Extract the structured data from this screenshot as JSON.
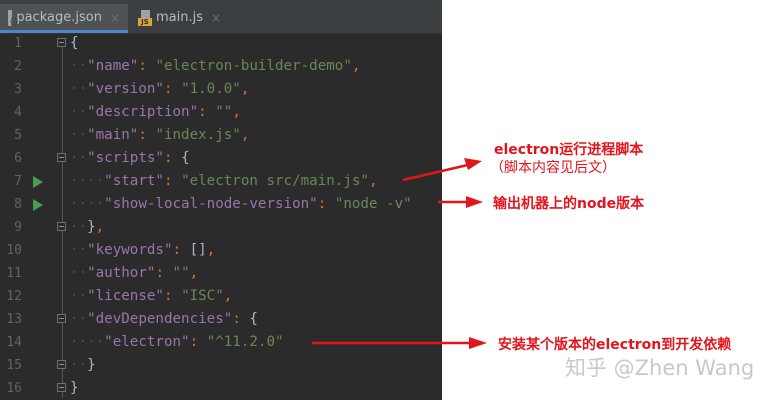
{
  "editor": {
    "tabs": [
      {
        "label": "package.json",
        "icon": "json-file-icon",
        "active": true
      },
      {
        "label": "main.js",
        "icon": "js-file-icon",
        "active": false
      }
    ],
    "close_glyph": "×",
    "lines": [
      {
        "n": "1",
        "text": "{"
      },
      {
        "n": "2",
        "key": "\"name\"",
        "value": "\"electron-builder-demo\"",
        "trail": ","
      },
      {
        "n": "3",
        "key": "\"version\"",
        "value": "\"1.0.0\"",
        "trail": ","
      },
      {
        "n": "4",
        "key": "\"description\"",
        "value": "\"\"",
        "trail": ","
      },
      {
        "n": "5",
        "key": "\"main\"",
        "value": "\"index.js\"",
        "trail": ","
      },
      {
        "n": "6",
        "key": "\"scripts\"",
        "value": "{"
      },
      {
        "n": "7",
        "key": "\"start\"",
        "value": "\"electron src/main.js\"",
        "trail": ","
      },
      {
        "n": "8",
        "key": "\"show-local-node-version\"",
        "value": "\"node -v\""
      },
      {
        "n": "9",
        "text": "}",
        "trail": ","
      },
      {
        "n": "10",
        "key": "\"keywords\"",
        "value": "[]",
        "trail": ","
      },
      {
        "n": "11",
        "key": "\"author\"",
        "value": "\"\"",
        "trail": ","
      },
      {
        "n": "12",
        "key": "\"license\"",
        "value": "\"ISC\"",
        "trail": ","
      },
      {
        "n": "13",
        "key": "\"devDependencies\"",
        "value": "{"
      },
      {
        "n": "14",
        "key": "\"electron\"",
        "value": "\"^11.2.0\""
      },
      {
        "n": "15",
        "text": "}"
      },
      {
        "n": "16",
        "text": "}"
      }
    ],
    "colon": ": "
  },
  "annotations": {
    "start_line1": "electron运行进程脚本",
    "start_line2": "（脚本内容见后文）",
    "node_version": "输出机器上的node版本",
    "electron_dep": "安装某个版本的electron到开发依赖",
    "color": "#e3141b"
  },
  "watermark": "知乎 @Zhen Wang",
  "colors": {
    "editor_bg": "#2b2b2b",
    "key": "#9876aa",
    "string": "#6a8759",
    "punct": "#cc7832",
    "run_icon": "#499c54",
    "active_tab_underline": "#4a88c7"
  }
}
